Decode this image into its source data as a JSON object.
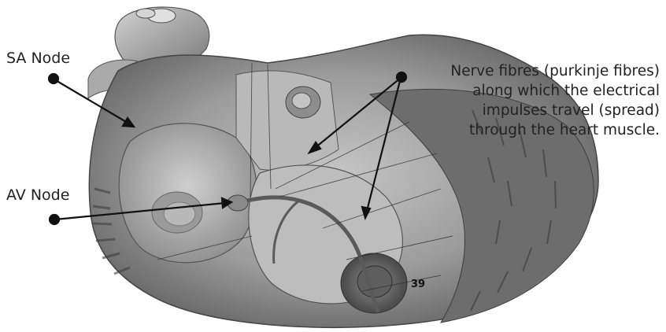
{
  "labels": {
    "sa_node": "SA Node",
    "av_node": "AV Node",
    "nerve_fibres": [
      "Nerve fibres (purkinje fibres)",
      "along which the electrical",
      "impulses travel (spread)",
      "through the heart muscle."
    ]
  },
  "page_number": "39",
  "colors": {
    "text": "#222222",
    "pointer": "#111111",
    "heart_light": "#b5b5b5",
    "heart_dark": "#4a4a4a"
  },
  "illustration": "heart-cross-section"
}
